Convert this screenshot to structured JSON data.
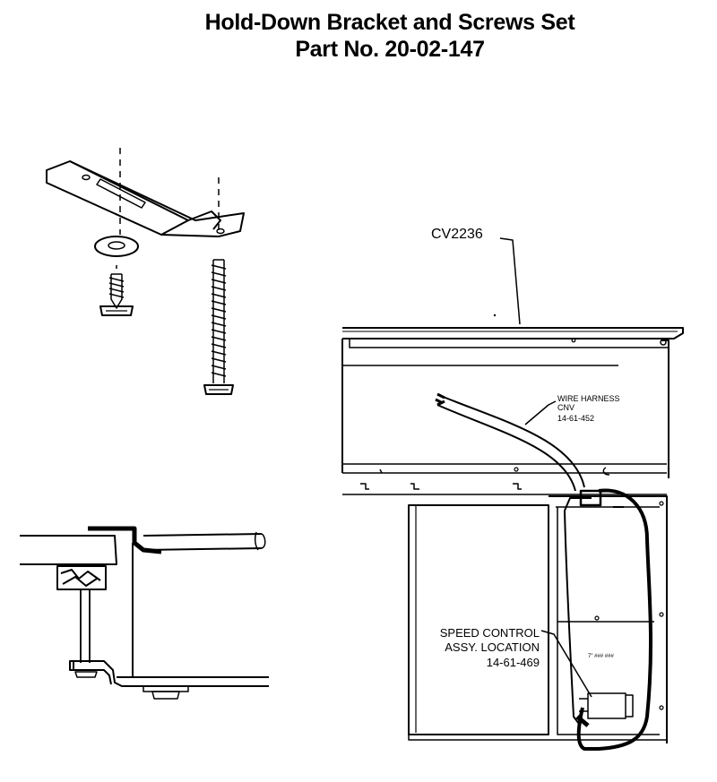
{
  "title": {
    "line1": "Hold-Down Bracket and Screws Set",
    "line2": "Part No. 20-02-147"
  },
  "callouts": {
    "unit_model": "CV2236",
    "wire_harness": {
      "line1": "WIRE HARNESS",
      "line2": "CNV",
      "line3": "14-61-452"
    },
    "speed_control": {
      "line1": "SPEED CONTROL",
      "line2": "ASSY. LOCATION",
      "line3": "14-61-469"
    },
    "small_plate_text": "7\" ### ###"
  }
}
